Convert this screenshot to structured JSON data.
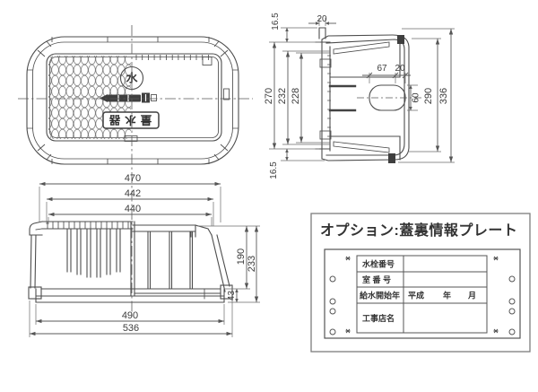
{
  "plan": {
    "water_symbol": "水",
    "meter_label": "量水器"
  },
  "section_dims": {
    "top_lip": "16.5",
    "stud_width": "20",
    "opening_height": "270",
    "inner_height_a": "232",
    "inner_height_b": "228",
    "hole_width": "67",
    "hole_side": "20",
    "hole_height": "60",
    "body_height": "290",
    "overall_height": "336",
    "bottom_lip": "16.5"
  },
  "side_dims": {
    "top_overall": "470",
    "top_mid": "442",
    "top_inner": "440",
    "inner_depth": "190",
    "overall_depth": "233",
    "base_height": "43",
    "bottom_inner": "490",
    "bottom_overall": "536"
  },
  "option_panel": {
    "title": "オプション:蓋裏情報プレート",
    "rows": [
      {
        "label": "水栓番号",
        "value": ""
      },
      {
        "label": "室 番 号",
        "value": ""
      },
      {
        "label": "給水開始年",
        "era": "平成",
        "year": "年",
        "month": "月"
      },
      {
        "label": "工事店名",
        "value": ""
      }
    ]
  }
}
